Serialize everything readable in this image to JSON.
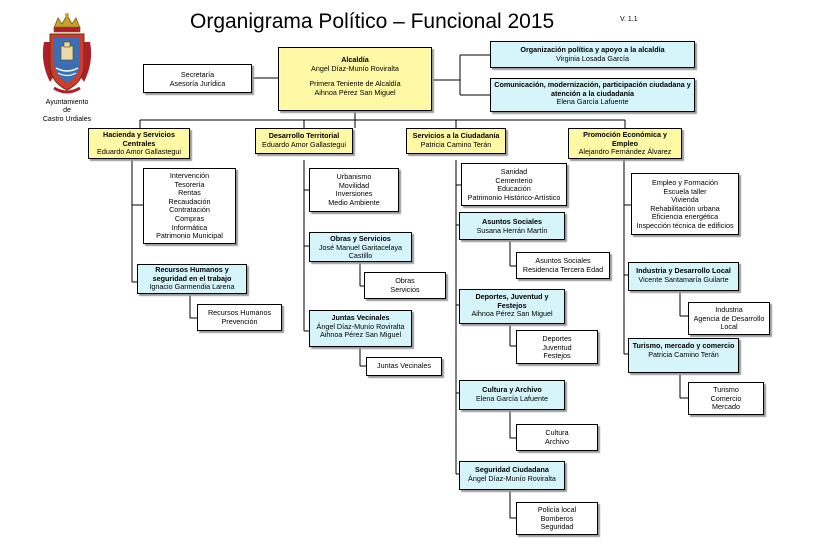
{
  "header": {
    "title": "Organigrama Político – Funcional 2015",
    "version": "V. 1.1",
    "crest_caption": [
      "Ayuntamiento",
      "de",
      "Castro Urdiales"
    ]
  },
  "top": {
    "alcaldia": {
      "title": "Alcaldía",
      "person": "Angel Díaz-Munío Roviralta",
      "sub_title": "Primera Teniente de Alcaldía",
      "sub_person": "Aihnoa Pérez San Miguel"
    },
    "secretaria": [
      "Secretaría",
      "Asesoría Jurídica"
    ],
    "organizacion": {
      "title": "Organización política y apoyo a la alcaldía",
      "person": "Virginia Losada García"
    },
    "comunicacion": {
      "title": "Comunicación, modernización, participación ciudadana y atención a la ciudadanía",
      "person": "Elena García Lafuente"
    }
  },
  "areas": {
    "hacienda": {
      "title": "Hacienda y Servicios Centrales",
      "person": "Eduardo Amor Gallastegui",
      "items": [
        "Intervención",
        "Tesorería",
        "Rentas",
        "Recaudación",
        "Contratación",
        "Compras",
        "Informática",
        "Patrimonio Municipal"
      ],
      "rrhh": {
        "title": "Recursos Humanos y seguridad en el trabajo",
        "person": "Ignacio Garmendia Larena",
        "items": [
          "Recursos Humanos",
          "Prevención"
        ]
      }
    },
    "desarrollo": {
      "title": "Desarrollo Territorial",
      "person": "Eduardo Amor Gallastegui",
      "items": [
        "Urbanismo",
        "Movilidad",
        "Inversiones",
        "Medio Ambiente"
      ],
      "obras": {
        "title": "Obras y Servicios",
        "person": "José Manuel Garitacelaya Castillo",
        "items": [
          "Obras",
          "Servicios"
        ]
      },
      "juntas": {
        "title": "Juntas Vecinales",
        "person": "Ángel Díaz-Munío Roviralta",
        "person2": "Aihnoa Pérez San Miguel",
        "items": [
          "Juntas Vecinales"
        ]
      }
    },
    "servicios": {
      "title": "Servicios a la Ciudadanía",
      "person": "Patricia Camino Terán",
      "items": [
        "Sanidad",
        "Cementerio",
        "Educación",
        "Patrimonio Histórico-Artístico"
      ],
      "sociales": {
        "title": "Asuntos Sociales",
        "person": "Susana Herrán Martín",
        "items": [
          "Asuntos Sociales",
          "Residencia Tercera Edad"
        ]
      },
      "deportes": {
        "title": "Deportes, Juventud y Festejos",
        "person": "Aihnoa Pérez San Miguel",
        "items": [
          "Deportes",
          "Juventud",
          "Festejos"
        ]
      },
      "cultura": {
        "title": "Cultura y Archivo",
        "person": "Elena García Lafuente",
        "items": [
          "Cultura",
          "Archivo"
        ]
      },
      "seguridad": {
        "title": "Seguridad Ciudadana",
        "person": "Ángel Díaz-Munío Roviralta",
        "items": [
          "Policía local",
          "Bomberos",
          "Seguridad"
        ]
      }
    },
    "promocion": {
      "title": "Promoción Económica y Empleo",
      "person": "Alejandro Fernández Álvarez",
      "items": [
        "Empleo y Formación",
        "Escuela taller",
        "Vivienda",
        "Rehabilitación urbana",
        "Eficiencia energética",
        "Inspección técnica de edificios"
      ],
      "industria": {
        "title": "Industria y Desarrollo Local",
        "person": "Vicente Santamaría Guilarte",
        "items": [
          "Industria",
          "Agencia de Desarrollo",
          "Local"
        ]
      },
      "turismo": {
        "title": "Turismo, mercado y comercio",
        "person": "Patricia Camino Terán",
        "items": [
          "Turismo",
          "Comercio",
          "Mercado"
        ]
      }
    }
  },
  "colors": {
    "area_fill": "#fff9a5",
    "unit_fill": "#d5f5fb",
    "line": "#000000",
    "shadow": "#9a9a9a"
  },
  "icons": {
    "crest": "coat-of-arms-icon"
  }
}
